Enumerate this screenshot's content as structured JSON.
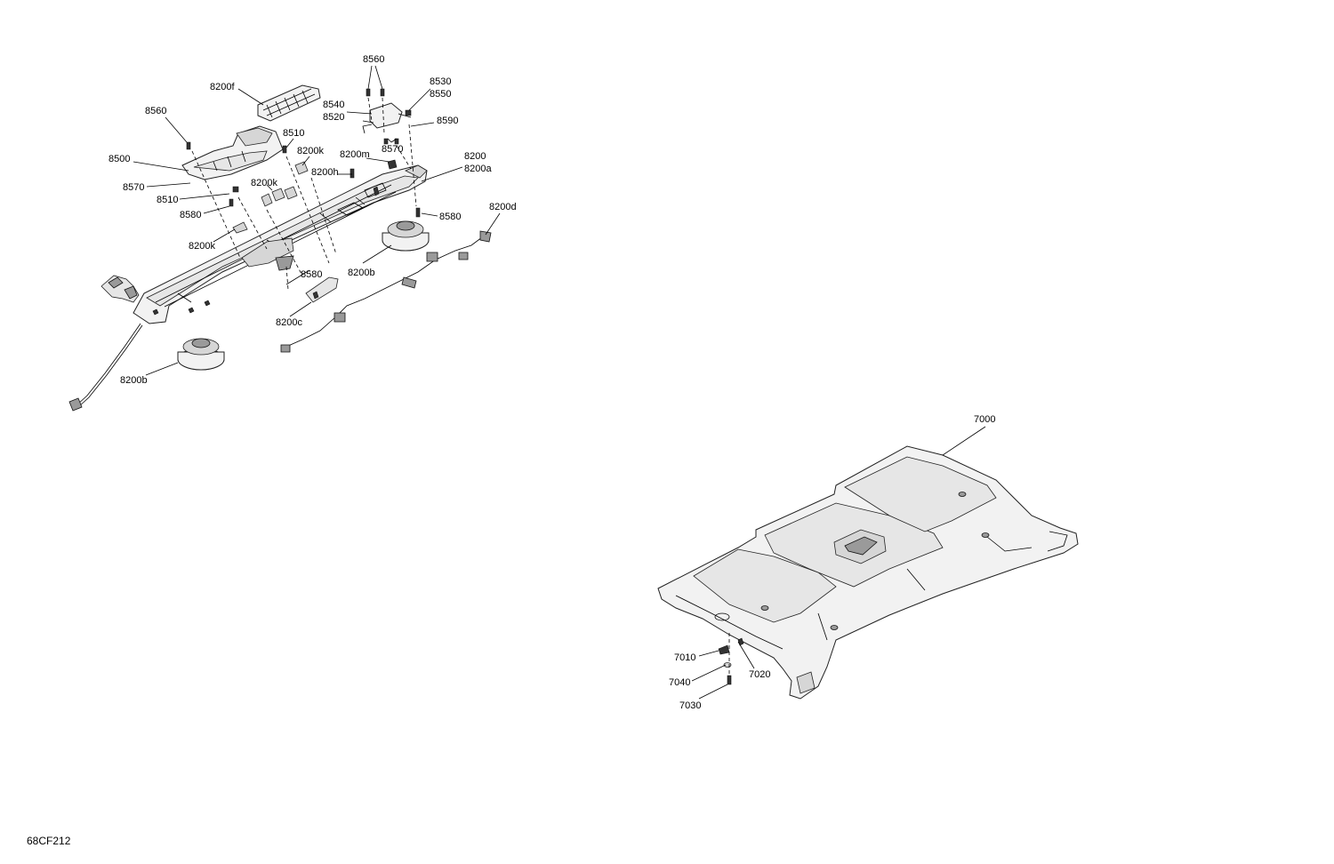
{
  "diagram_code": "68CF212",
  "upper_assembly": {
    "labels": {
      "p8560_top": "8560",
      "p8530": "8530",
      "p8550": "8550",
      "p8200f": "8200f",
      "p8540": "8540",
      "p8520": "8520",
      "p8560_left": "8560",
      "p8590": "8590",
      "p8510_top": "8510",
      "p8200k_a": "8200k",
      "p8570_right": "8570",
      "p8500": "8500",
      "p8200m": "8200m",
      "p8200": "8200",
      "p8200a": "8200a",
      "p8200h": "8200h",
      "p8570_left": "8570",
      "p8200k_b": "8200k",
      "p8510_left": "8510",
      "p8580_left": "8580",
      "p8580_right": "8580",
      "p8200d": "8200d",
      "p8200k_c": "8200k",
      "p8580_mid": "8580",
      "p8200b_right": "8200b",
      "p8200c": "8200c",
      "p8200b_left": "8200b"
    }
  },
  "lower_assembly": {
    "labels": {
      "p7000": "7000",
      "p7010": "7010",
      "p7020": "7020",
      "p7040": "7040",
      "p7030": "7030"
    }
  }
}
